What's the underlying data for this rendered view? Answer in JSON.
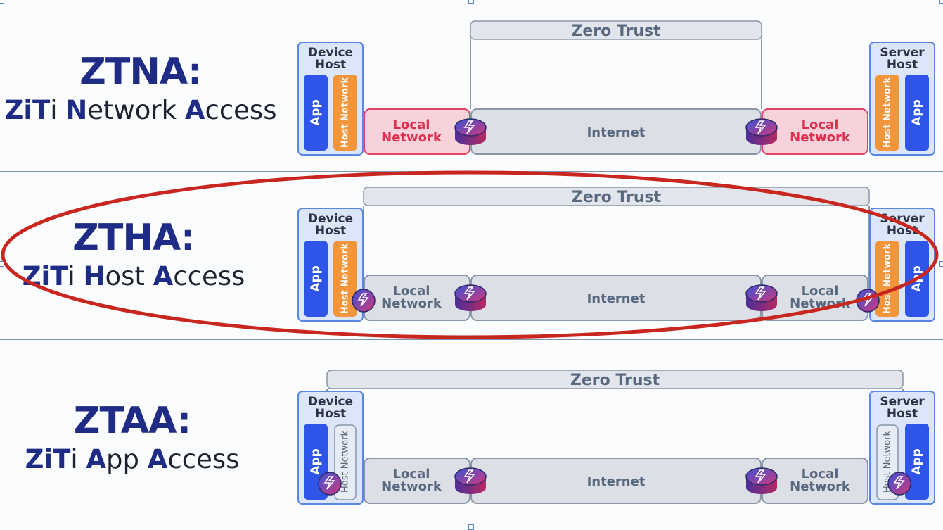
{
  "rows": [
    {
      "acronym": "ZTNA",
      "colon": ":",
      "subtitle_parts": [
        {
          "t": "Zi",
          "b": true
        },
        {
          "t": "T",
          "b": true
        },
        {
          "t": "i ",
          "b": false
        },
        {
          "t": "N",
          "b": true
        },
        {
          "t": "etwork ",
          "b": false
        },
        {
          "t": "A",
          "b": true
        },
        {
          "t": "ccess",
          "b": false
        }
      ],
      "zero_trust": "Zero Trust",
      "device_host": [
        "Device",
        "Host"
      ],
      "server_host": [
        "Server",
        "Host"
      ],
      "app": "App",
      "host_network": "Host Network",
      "local_network": [
        "Local",
        "Network"
      ],
      "internet": "Internet"
    },
    {
      "acronym": "ZTHA",
      "colon": ":",
      "subtitle_parts": [
        {
          "t": "Zi",
          "b": true
        },
        {
          "t": "T",
          "b": true
        },
        {
          "t": "i ",
          "b": false
        },
        {
          "t": "H",
          "b": true
        },
        {
          "t": "ost ",
          "b": false
        },
        {
          "t": "A",
          "b": true
        },
        {
          "t": "ccess",
          "b": false
        }
      ],
      "zero_trust": "Zero Trust",
      "device_host": [
        "Device",
        "Host"
      ],
      "server_host": [
        "Server",
        "Host"
      ],
      "app": "App",
      "host_network": "Host Network",
      "local_network": [
        "Local",
        "Network"
      ],
      "internet": "Internet"
    },
    {
      "acronym": "ZTAA",
      "colon": ":",
      "subtitle_parts": [
        {
          "t": "Zi",
          "b": true
        },
        {
          "t": "T",
          "b": true
        },
        {
          "t": "i ",
          "b": false
        },
        {
          "t": "A",
          "b": true
        },
        {
          "t": "pp ",
          "b": false
        },
        {
          "t": "A",
          "b": true
        },
        {
          "t": "ccess",
          "b": false
        }
      ],
      "zero_trust": "Zero Trust",
      "device_host": [
        "Device",
        "Host"
      ],
      "server_host": [
        "Server",
        "Host"
      ],
      "app": "App",
      "host_network": "Host Network",
      "local_network": [
        "Local",
        "Network"
      ],
      "internet": "Internet"
    }
  ],
  "colors": {
    "brand_blue": "#1f2c85",
    "app_blue": "#2f55e8",
    "host_orange": "#f3953a",
    "host_box_fill": "#dbe6fb",
    "host_box_stroke": "#5a86e6",
    "local_red_fill": "#f7d2da",
    "local_red_stroke": "#e04563",
    "local_red_text": "#e0304f",
    "network_gray_fill": "#dcdfe6",
    "network_gray_stroke": "#8a97a8",
    "zero_trust_fill": "#e2e5eb",
    "text_slate": "#58697f",
    "highlight_red": "#c8261e"
  },
  "icons": {
    "router": "ziti-router-icon",
    "tunneler": "ziti-tunneler-icon",
    "highlight": "red-ellipse-highlight"
  }
}
